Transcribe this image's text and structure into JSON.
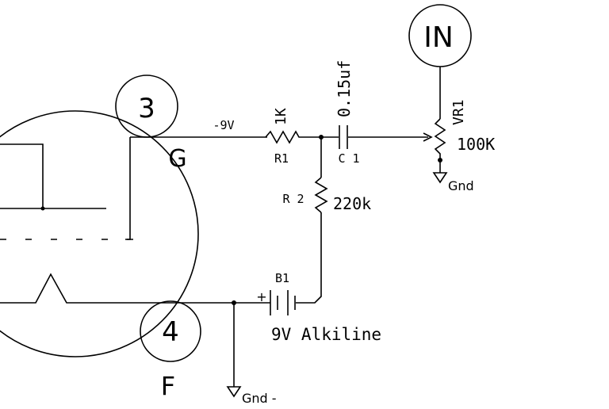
{
  "pins": {
    "grid_number": "3",
    "grid_letter": "G",
    "filament_number": "4",
    "filament_letter": "F",
    "input_label": "IN"
  },
  "nets": {
    "grid_bias": "-9V",
    "ground_top": "Gnd",
    "ground_bottom": "Gnd -"
  },
  "components": {
    "r1": {
      "ref": "R1",
      "value": "1K"
    },
    "r2": {
      "ref": "R 2",
      "value": "220k"
    },
    "c1": {
      "ref": "C 1",
      "value": "0.15uf"
    },
    "vr1": {
      "ref": "VR1",
      "value": "100K"
    },
    "b1": {
      "ref": "B1",
      "value": "9V Alkiline",
      "polarity": "+"
    }
  }
}
